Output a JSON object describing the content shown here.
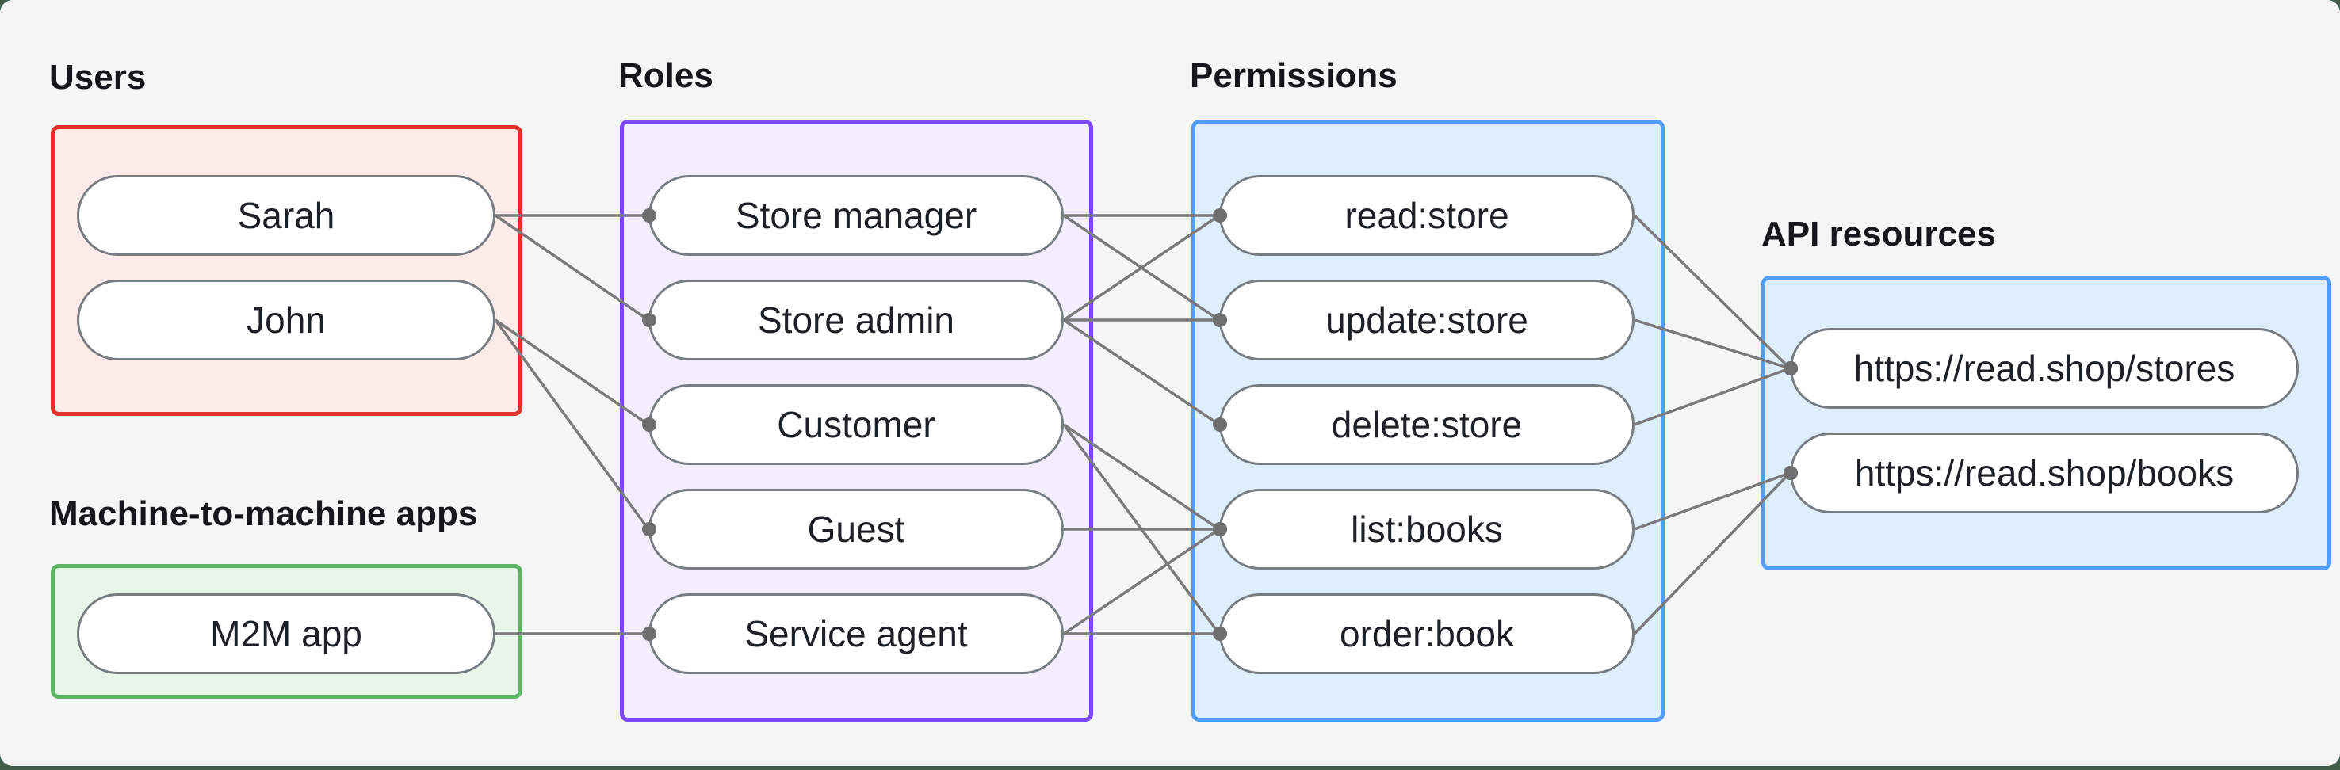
{
  "canvas": {
    "outer_bg": "#405c4b",
    "card_bg": "#f4f6f5"
  },
  "style": {
    "label_color": "#15181a",
    "node_border": "#777c80",
    "node_fill": "#ffffff",
    "node_text": "#1d2125",
    "edge_color": "#7a7a7a",
    "edge_width": 3.5,
    "dot_color": "#6f6f6f",
    "dot_radius": 9
  },
  "groups": [
    {
      "id": "users",
      "label": "Users",
      "border_color": "#e0322b",
      "fill_color": "#fcebe8"
    },
    {
      "id": "m2m",
      "label": "Machine-to-machine apps",
      "border_color": "#5cb563",
      "fill_color": "#e9f5ea"
    },
    {
      "id": "roles",
      "label": "Roles",
      "border_color": "#7b4af6",
      "fill_color": "#f3eefe"
    },
    {
      "id": "permissions",
      "label": "Permissions",
      "border_color": "#519dfa",
      "fill_color": "#dfeefd"
    },
    {
      "id": "api",
      "label": "API resources",
      "border_color": "#519dfa",
      "fill_color": "#dfeefd"
    }
  ],
  "nodes": [
    {
      "id": "sarah",
      "label": "Sarah",
      "group": "users"
    },
    {
      "id": "john",
      "label": "John",
      "group": "users"
    },
    {
      "id": "m2m-app",
      "label": "M2M app",
      "group": "m2m"
    },
    {
      "id": "store-manager",
      "label": "Store manager",
      "group": "roles"
    },
    {
      "id": "store-admin",
      "label": "Store admin",
      "group": "roles"
    },
    {
      "id": "customer",
      "label": "Customer",
      "group": "roles"
    },
    {
      "id": "guest",
      "label": "Guest",
      "group": "roles"
    },
    {
      "id": "service-agent",
      "label": "Service agent",
      "group": "roles"
    },
    {
      "id": "read-store",
      "label": "read:store",
      "group": "permissions"
    },
    {
      "id": "update-store",
      "label": "update:store",
      "group": "permissions"
    },
    {
      "id": "delete-store",
      "label": "delete:store",
      "group": "permissions"
    },
    {
      "id": "list-books",
      "label": "list:books",
      "group": "permissions"
    },
    {
      "id": "order-book",
      "label": "order:book",
      "group": "permissions"
    },
    {
      "id": "stores-api",
      "label": "https://read.shop/stores",
      "group": "api"
    },
    {
      "id": "books-api",
      "label": "https://read.shop/books",
      "group": "api"
    }
  ],
  "edges": [
    [
      "sarah",
      "store-manager"
    ],
    [
      "sarah",
      "store-admin"
    ],
    [
      "john",
      "customer"
    ],
    [
      "john",
      "guest"
    ],
    [
      "m2m-app",
      "service-agent"
    ],
    [
      "store-manager",
      "read-store"
    ],
    [
      "store-manager",
      "update-store"
    ],
    [
      "store-admin",
      "read-store"
    ],
    [
      "store-admin",
      "update-store"
    ],
    [
      "store-admin",
      "delete-store"
    ],
    [
      "customer",
      "list-books"
    ],
    [
      "customer",
      "order-book"
    ],
    [
      "guest",
      "list-books"
    ],
    [
      "service-agent",
      "list-books"
    ],
    [
      "service-agent",
      "order-book"
    ],
    [
      "read-store",
      "stores-api"
    ],
    [
      "update-store",
      "stores-api"
    ],
    [
      "delete-store",
      "stores-api"
    ],
    [
      "list-books",
      "books-api"
    ],
    [
      "order-book",
      "books-api"
    ]
  ]
}
